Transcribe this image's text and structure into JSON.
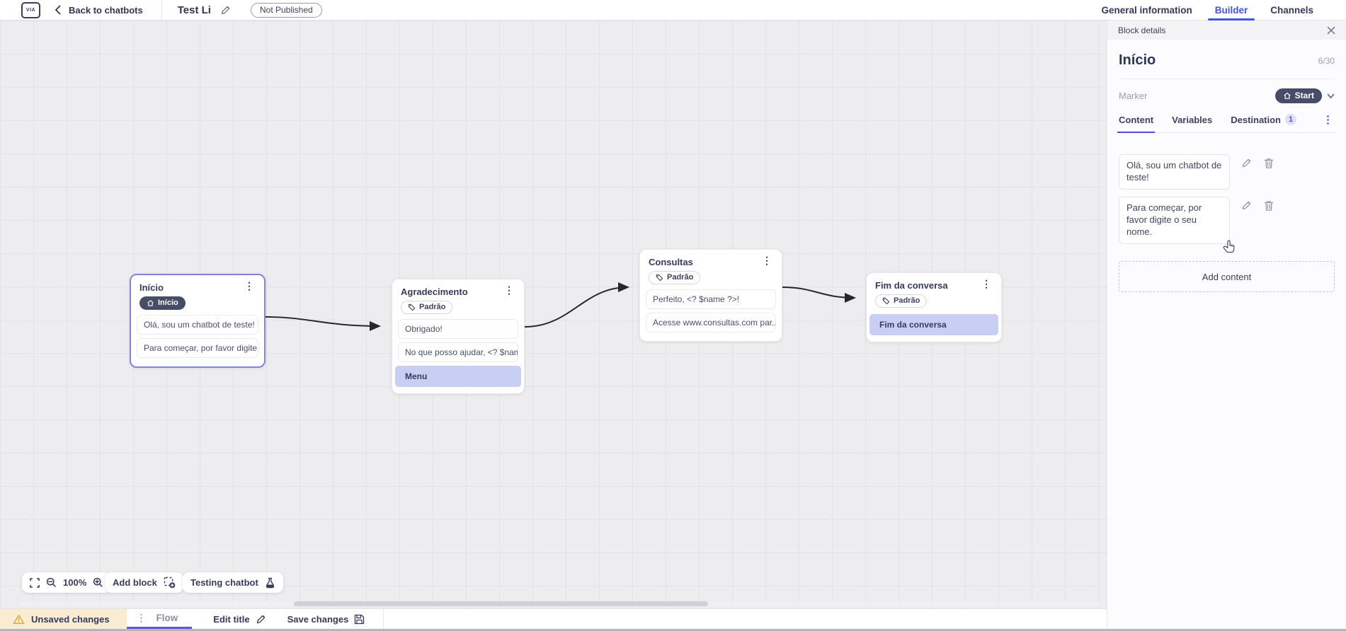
{
  "topbar": {
    "logo_text": "VIA",
    "back_label": "Back to chatbots",
    "title": "Test Li",
    "status_badge": "Not Published",
    "tabs": [
      {
        "label": "General information",
        "active": false
      },
      {
        "label": "Builder",
        "active": true
      },
      {
        "label": "Channels",
        "active": false
      }
    ]
  },
  "canvas": {
    "zoom_level": "100%",
    "add_block_label": "Add block",
    "testing_label": "Testing chatbot",
    "blocks": [
      {
        "title": "Início",
        "marker_label": "Início",
        "selected": true,
        "rows": [
          "Olá, sou um chatbot de teste!",
          "Para começar, por favor digite o ..."
        ]
      },
      {
        "title": "Agradecimento",
        "tag": "Padrão",
        "rows": [
          "Obrigado!",
          "No que posso ajudar, <? $name ..."
        ],
        "menu_row": "Menu"
      },
      {
        "title": "Consultas",
        "tag": "Padrão",
        "rows": [
          "Perfeito, <? $name ?>!",
          "Acesse www.consultas.com par..."
        ]
      },
      {
        "title": "Fim da conversa",
        "tag": "Padrão",
        "menu_row": "Fim da conversa"
      }
    ]
  },
  "panel": {
    "header": "Block details",
    "block_name": "Início",
    "name_counter": "6/30",
    "marker_label": "Marker",
    "marker_value": "Start",
    "tabs": [
      {
        "label": "Content",
        "active": true
      },
      {
        "label": "Variables",
        "active": false
      },
      {
        "label": "Destination",
        "active": false
      }
    ],
    "destination_count": "1",
    "contents": [
      "Olá, sou um chatbot de teste!",
      "Para começar, por favor digite o seu nome."
    ],
    "add_content_label": "Add content"
  },
  "bottombar": {
    "unsaved": "Unsaved changes",
    "flow_tab": "Flow",
    "edit_title": "Edit title",
    "save": "Save changes"
  },
  "colors": {
    "accent_blue": "#4353e0",
    "flow_underline_indigo": "#5b57d9",
    "selected_node_border": "#8184de",
    "highlight_row_bg": "#c9cff3",
    "marker_badge_bg": "#474d68",
    "unsaved_bg": "#f9ecd2",
    "warning_amber": "#e0a93e",
    "canvas_bg": "#ededef",
    "panel_bg": "#fcfcfe",
    "text_navy": "#353b5c"
  },
  "icons": {
    "logo-icon": "boxed monogram",
    "back-icon": "‹",
    "edit-icon": "✎",
    "kebab-icon": "⋮",
    "close-icon": "✕",
    "chevron-down-icon": "⌄",
    "house-icon": "⌂",
    "tag-icon": "⬧",
    "trash-icon": "🗑",
    "fit-screen-icon": "⛶",
    "zoom-out-icon": "⊖",
    "zoom-in-icon": "⊕",
    "add-block-icon": "▢+",
    "flask-icon": "⚗",
    "warning-icon": "⚠",
    "save-icon": "🖫",
    "cursor-hand-icon": "☞"
  }
}
